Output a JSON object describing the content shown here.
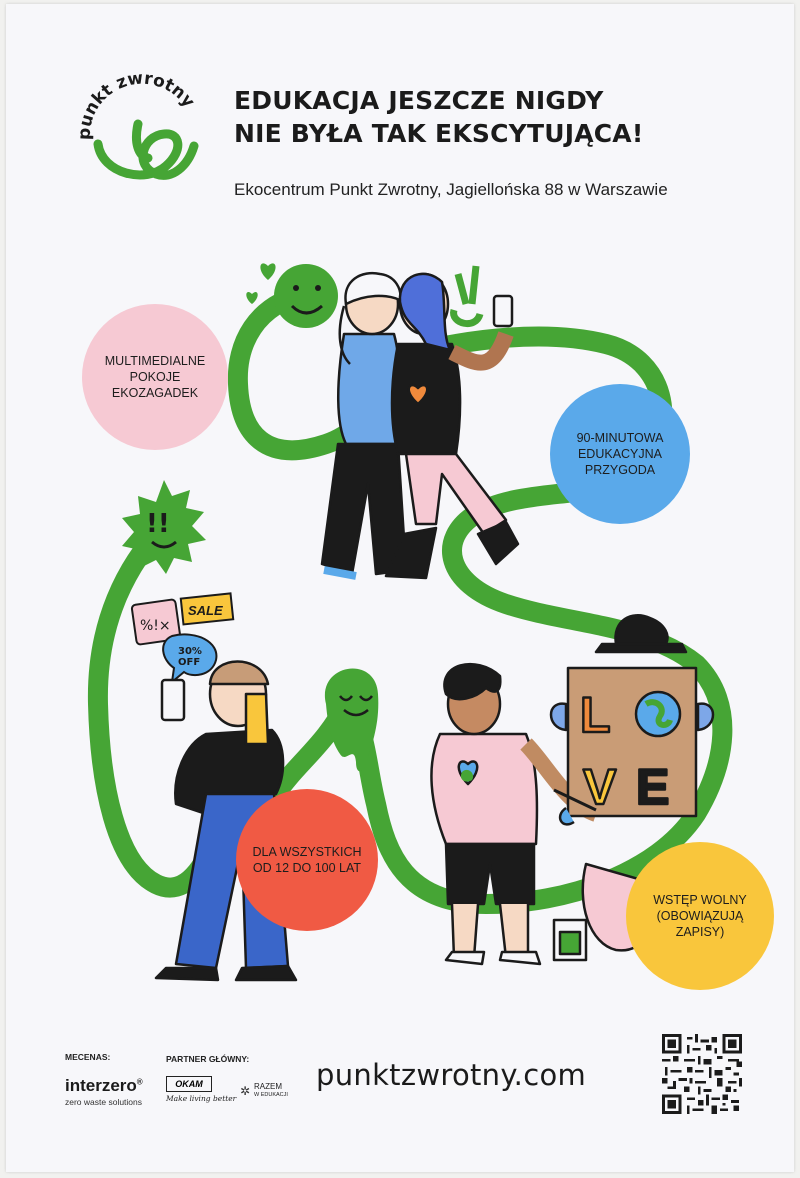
{
  "logo": {
    "text": "punkt zwrotny",
    "icon": "green-loop-logo-icon"
  },
  "headline": {
    "line1": "EDUKACJA JESZCZE NIGDY",
    "line2": "NIE BYŁA TAK EKSCYTUJĄCA!"
  },
  "address": "Ekocentrum Punkt Zwrotny, Jagiellońska 88 w Warszawie",
  "bubbles": {
    "pink": "MULTIMEDIALNE\nPOKOJE\nEKOZAGADEK",
    "blue": "90-MINUTOWA\nEDUKACYJNA\nPRZYGODA",
    "red": "DLA WSZYSTKICH\nOD 12 DO 100 LAT",
    "yellow": "WSTĘP WOLNY\n(OBOWIĄZUJĄ\nZAPISY)"
  },
  "illustration": {
    "sale_tag": "SALE",
    "percent_tag": "%!×",
    "discount": "30%\nOFF",
    "sign_row1": [
      "L",
      "O"
    ],
    "sign_row2": [
      "V",
      "E"
    ],
    "exclaim": "!!"
  },
  "sponsors": {
    "mecenas_label": "MECENAS:",
    "partner_label": "PARTNER GŁÓWNY:",
    "interzero": "interzero",
    "interzero_mark": "®",
    "interzero_sub": "zero waste solutions",
    "okam": "OKAM",
    "okam_sub": "Make living better",
    "razem_1": "RAZEM",
    "razem_2": "W EDUKACJI"
  },
  "website": "punktzwrotny.com",
  "colors": {
    "green": "#46a535",
    "pink": "#f6c9d3",
    "blue": "#5aa9ea",
    "red": "#f05a44",
    "yellow": "#f9c63c"
  }
}
